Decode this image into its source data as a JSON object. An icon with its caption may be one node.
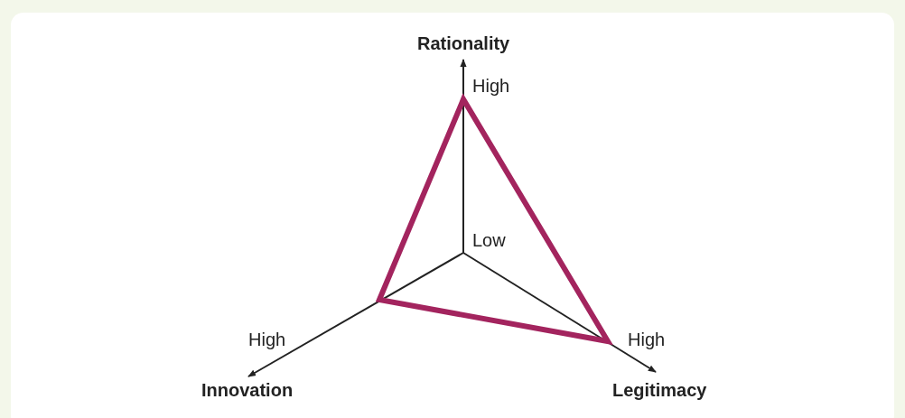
{
  "diagram": {
    "labels": [
      "Rationality",
      "High",
      "Low",
      "High",
      "High",
      "Innovation",
      "Legitimacy"
    ]
  }
}
